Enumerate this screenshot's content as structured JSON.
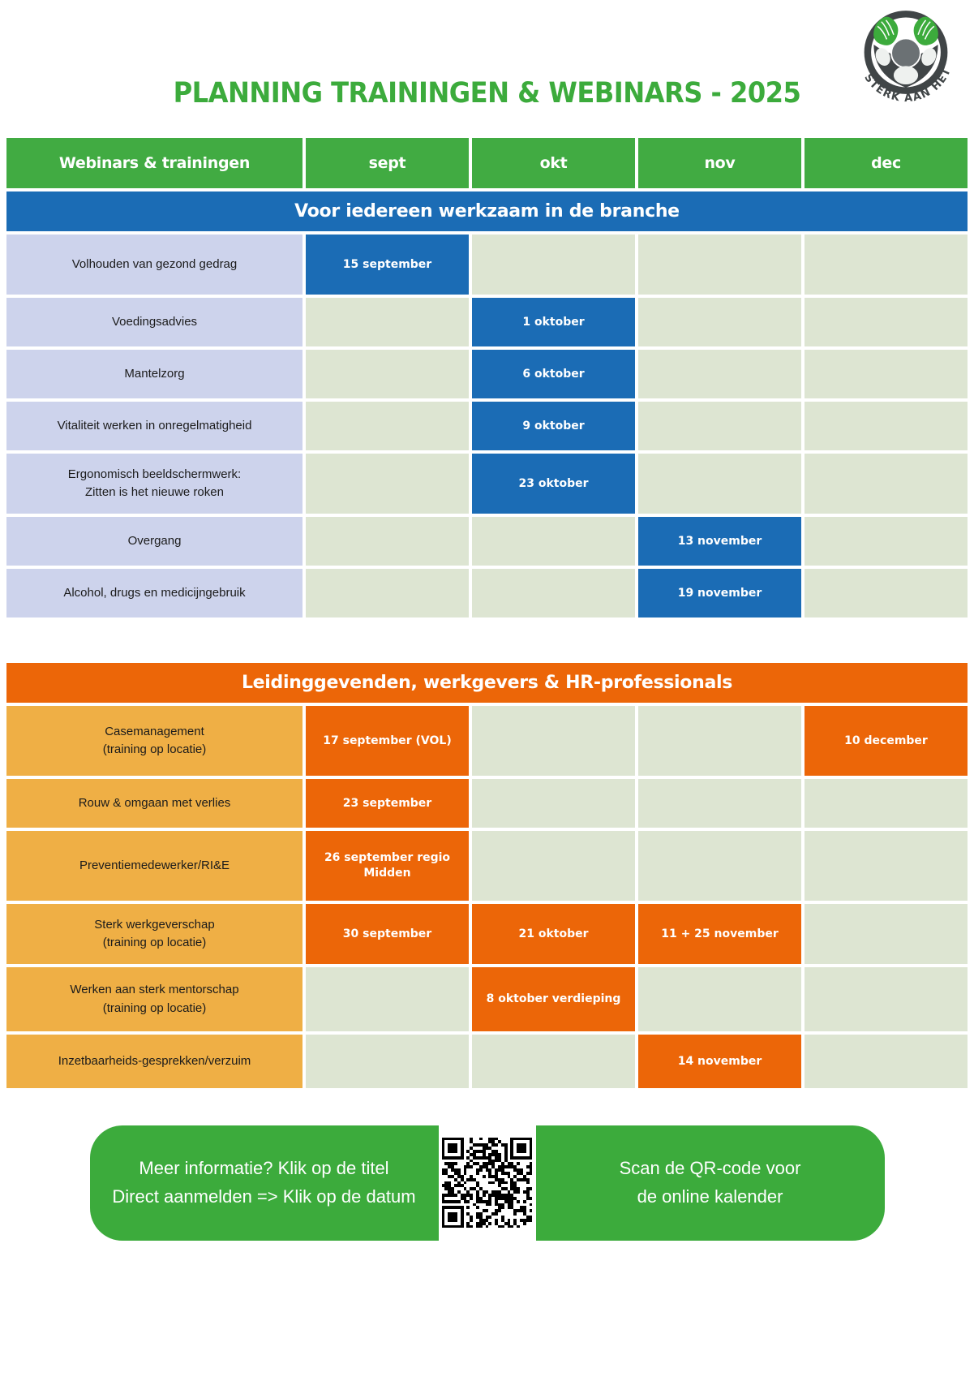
{
  "header": {
    "title": "PLANNING TRAININGEN & WEBINARS - 2025",
    "logo_name": "sterk-aan-het-stuur-logo",
    "logo_text": "STERK AAN HET STUUR"
  },
  "colors": {
    "green": "#3cab3c",
    "green_header": "#41ab42",
    "blue": "#1b6cb5",
    "blue_label": "#cdd3ec",
    "orange": "#ec6608",
    "orange_label": "#efaf45",
    "empty": "#dde5d2"
  },
  "table": {
    "columns": [
      "Webinars & trainingen",
      "sept",
      "okt",
      "nov",
      "dec"
    ],
    "sections": [
      {
        "banner": "Voor iedereen werkzaam in de branche",
        "theme": "blue",
        "rows": [
          {
            "label": "Volhouden van gezond gedrag",
            "label2": "",
            "height": "h74",
            "cells": [
              "15 september",
              "",
              "",
              ""
            ]
          },
          {
            "label": "Voedingsadvies",
            "label2": "",
            "height": "h60",
            "cells": [
              "",
              "1 oktober",
              "",
              ""
            ]
          },
          {
            "label": "Mantelzorg",
            "label2": "",
            "height": "h60",
            "cells": [
              "",
              "6 oktober",
              "",
              ""
            ]
          },
          {
            "label": "Vitaliteit werken in onregelmatigheid",
            "label2": "",
            "height": "h60",
            "cells": [
              "",
              "9 oktober",
              "",
              ""
            ]
          },
          {
            "label": "Ergonomisch beeldschermwerk:",
            "label2": "Zitten is het nieuwe roken",
            "height": "h74",
            "cells": [
              "",
              "23 oktober",
              "",
              ""
            ]
          },
          {
            "label": "Overgang",
            "label2": "",
            "height": "h60",
            "cells": [
              "",
              "",
              "13 november",
              ""
            ]
          },
          {
            "label": "Alcohol, drugs en medicijngebruik",
            "label2": "",
            "height": "h60",
            "cells": [
              "",
              "",
              "19 november",
              ""
            ]
          }
        ]
      },
      {
        "banner": "Leidinggevenden, werkgevers & HR-professionals",
        "theme": "orange",
        "rows": [
          {
            "label": "Casemanagement",
            "label2": "(training op locatie)",
            "height": "h86",
            "cells": [
              "17 september (VOL)",
              "",
              "",
              "10 december"
            ]
          },
          {
            "label": "Rouw & omgaan met verlies",
            "label2": "",
            "height": "h60",
            "cells": [
              "23 september",
              "",
              "",
              ""
            ]
          },
          {
            "label": "Preventiemedewerker/RI&E",
            "label2": "",
            "height": "h86",
            "cells": [
              "26 september regio Midden",
              "",
              "",
              ""
            ]
          },
          {
            "label": "Sterk werkgeverschap",
            "label2": "(training op locatie)",
            "height": "h74",
            "cells": [
              "30 september",
              "21 oktober",
              "11 + 25 november",
              ""
            ]
          },
          {
            "label": "Werken aan sterk mentorschap",
            "label2": "(training op locatie)",
            "height": "h79",
            "cells": [
              "",
              "8 oktober verdieping",
              "",
              ""
            ]
          },
          {
            "label": "Inzetbaarheids-gesprekken/verzuim",
            "label2": "",
            "height": "h66",
            "cells": [
              "",
              "",
              "14 november",
              ""
            ]
          }
        ]
      }
    ]
  },
  "footer": {
    "left_line1": "Meer informatie? Klik op de titel",
    "left_line2": "Direct aanmelden => Klik op de datum",
    "right_line1": "Scan de QR-code voor",
    "right_line2": "de online kalender",
    "qr_name": "qr-code"
  }
}
